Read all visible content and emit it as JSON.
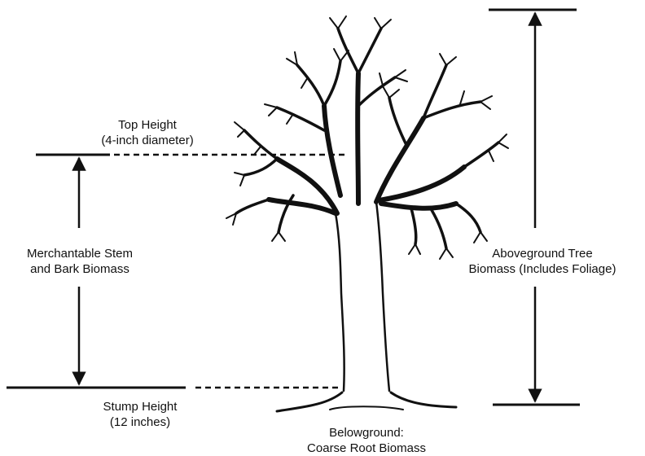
{
  "labels": {
    "top_height": {
      "line1": "Top Height",
      "line2": "(4-inch diameter)"
    },
    "merchantable": {
      "line1": "Merchantable Stem",
      "line2": "and Bark Biomass"
    },
    "aboveground": {
      "line1": "Aboveground Tree",
      "line2": "Biomass (Includes Foliage)"
    },
    "stump_height": {
      "line1": "Stump Height",
      "line2": "(12 inches)"
    },
    "belowground": {
      "line1": "Belowground:",
      "line2": "Coarse Root Biomass"
    }
  },
  "colors": {
    "ink": "#111111",
    "background": "#ffffff"
  }
}
